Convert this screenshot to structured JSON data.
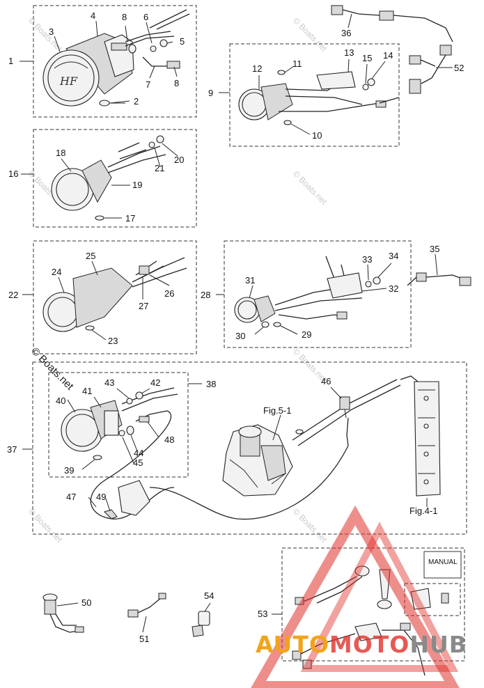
{
  "callouts": [
    "1",
    "2",
    "3",
    "4",
    "5",
    "6",
    "7",
    "8",
    "8",
    "9",
    "10",
    "11",
    "12",
    "13",
    "14",
    "15",
    "16",
    "17",
    "18",
    "19",
    "20",
    "21",
    "22",
    "23",
    "24",
    "25",
    "26",
    "27",
    "28",
    "29",
    "30",
    "31",
    "32",
    "33",
    "34",
    "35",
    "36",
    "37",
    "38",
    "39",
    "40",
    "41",
    "42",
    "43",
    "44",
    "45",
    "46",
    "47",
    "48",
    "49",
    "50",
    "51",
    "52",
    "53",
    "54"
  ],
  "figure_refs": [
    "Fig.5-1",
    "Fig.4-1"
  ],
  "manual_label": "MANUAL",
  "watermark": {
    "site": "© Boats.net",
    "brand_a": "AUTO",
    "brand_b": "MOTO",
    "brand_c": "HUB"
  },
  "colors": {
    "brand_orange": "#f2a31b",
    "brand_red": "#e0312b",
    "brand_gray": "#8a8a8a",
    "line": "#222222",
    "watermark_gray": "#c9c9c9"
  }
}
